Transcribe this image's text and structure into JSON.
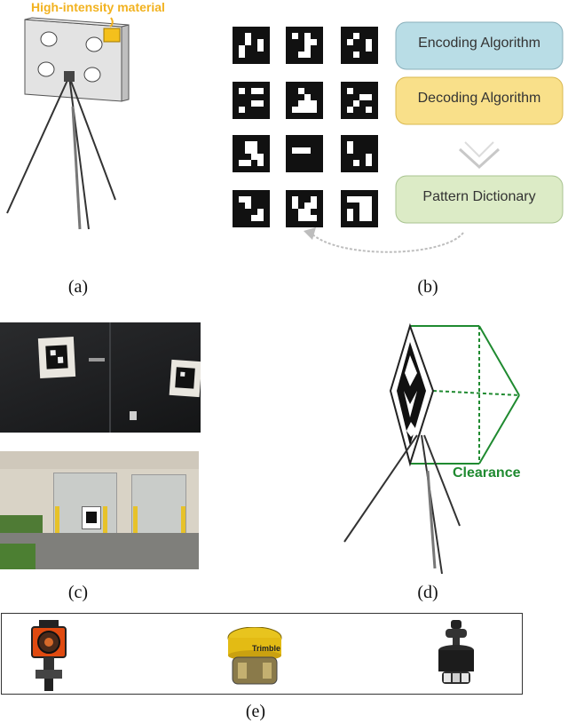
{
  "panel_a": {
    "annotation": "High-intensity material",
    "caption": "(a)"
  },
  "panel_b": {
    "boxes": [
      {
        "label": "Encoding Algorithm",
        "fill": "#b9dde6"
      },
      {
        "label": "Decoding Algorithm",
        "fill": "#f9e08a"
      },
      {
        "label": "Pattern Dictionary",
        "fill": "#dcebc6"
      }
    ],
    "caption": "(b)"
  },
  "panel_c": {
    "caption": "(c)"
  },
  "panel_d": {
    "label": "Clearance",
    "caption": "(d)"
  },
  "panel_e": {
    "brand": "Trimble",
    "caption": "(e)"
  },
  "colors": {
    "accent_orange": "#f2b21f",
    "clearance_green": "#1f8a30",
    "marker_black": "#111111"
  }
}
